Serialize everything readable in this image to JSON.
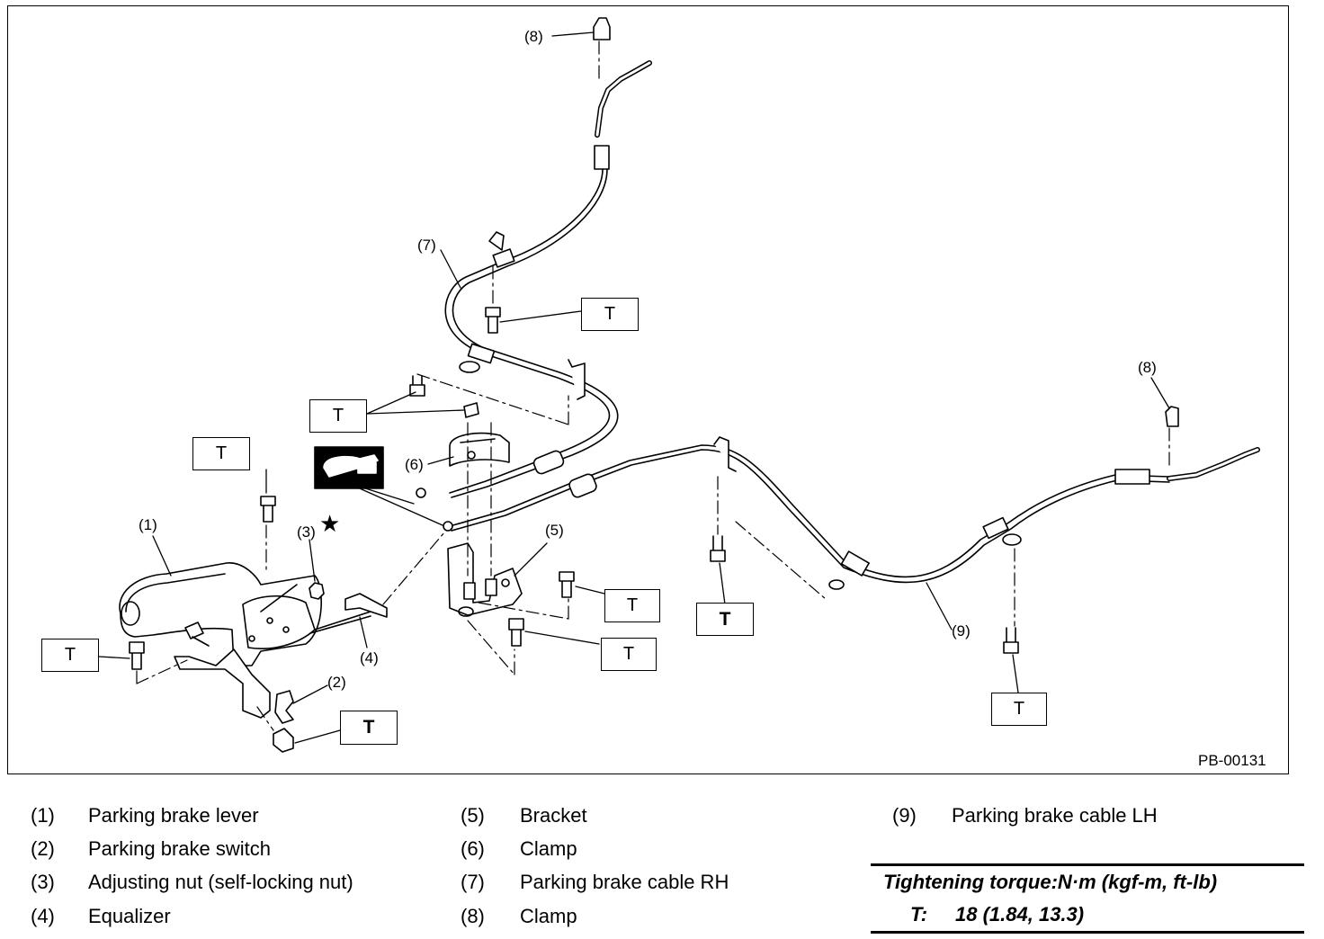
{
  "diagram": {
    "figure_code": "PB-00131",
    "torque_symbol": "T",
    "star_glyph": "★",
    "callouts": {
      "c1": "(1)",
      "c2": "(2)",
      "c3": "(3)",
      "c4": "(4)",
      "c5": "(5)",
      "c6": "(6)",
      "c7": "(7)",
      "c8a": "(8)",
      "c8b": "(8)",
      "c9": "(9)"
    }
  },
  "legend": [
    {
      "num": "(1)",
      "label": "Parking brake lever"
    },
    {
      "num": "(2)",
      "label": "Parking brake switch"
    },
    {
      "num": "(3)",
      "label": "Adjusting nut (self-locking nut)"
    },
    {
      "num": "(4)",
      "label": "Equalizer"
    },
    {
      "num": "(5)",
      "label": "Bracket"
    },
    {
      "num": "(6)",
      "label": "Clamp"
    },
    {
      "num": "(7)",
      "label": "Parking brake cable RH"
    },
    {
      "num": "(8)",
      "label": "Clamp"
    },
    {
      "num": "(9)",
      "label": "Parking brake cable LH"
    }
  ],
  "torque": {
    "heading": "Tightening torque:N·m (kgf-m, ft-lb)",
    "symbol": "T:",
    "value": "18 (1.84, 13.3)"
  }
}
